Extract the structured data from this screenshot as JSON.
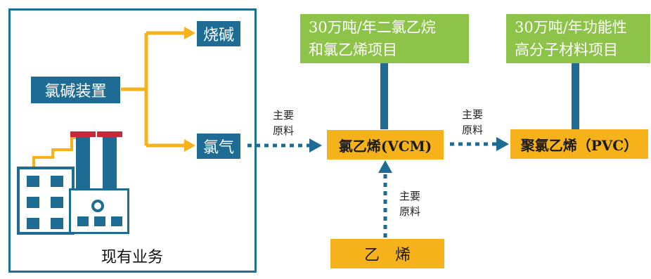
{
  "left_panel": {
    "chlor_alkali_unit": "氯碱装置",
    "caustic_soda": "烧碱",
    "chlorine_gas": "氯气",
    "existing_business": "现有业务"
  },
  "projects": {
    "vcm_project_line1": "30万吨/年二氯乙烷",
    "vcm_project_line2": "和氯乙烯项目",
    "pvc_project_line1": "30万吨/年功能性",
    "pvc_project_line2": "高分子材料项目"
  },
  "products": {
    "vcm": "氯乙烯(VCM)",
    "pvc": "聚氯乙烯（PVC）",
    "ethylene": "乙　烯"
  },
  "labels": {
    "raw_material_1_line1": "主要",
    "raw_material_1_line2": "原料",
    "raw_material_2_line1": "主要",
    "raw_material_2_line2": "原料",
    "raw_material_3_line1": "主要",
    "raw_material_3_line2": "原料"
  },
  "colors": {
    "blue": "#1e6b93",
    "green": "#8dc349",
    "orange": "#f6b21a",
    "arrow_yellow": "#f6b21a",
    "dotted_blue": "#1e6b93",
    "chimney_red": "#c8283c"
  }
}
